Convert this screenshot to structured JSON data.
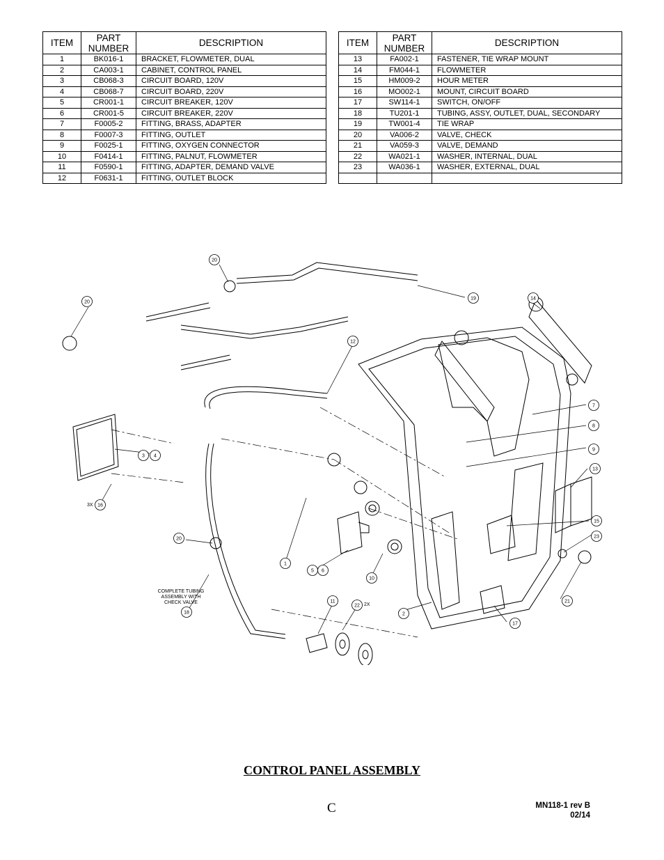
{
  "table_headers": {
    "item": "ITEM",
    "part_line1": "PART",
    "part_line2": "NUMBER",
    "description": "DESCRIPTION"
  },
  "parts_left": [
    {
      "item": "1",
      "part": "BK016-1",
      "desc": "BRACKET, FLOWMETER, DUAL"
    },
    {
      "item": "2",
      "part": "CA003-1",
      "desc": "CABINET, CONTROL PANEL"
    },
    {
      "item": "3",
      "part": "CB068-3",
      "desc": "CIRCUIT BOARD, 120V"
    },
    {
      "item": "4",
      "part": "CB068-7",
      "desc": "CIRCUIT BOARD, 220V"
    },
    {
      "item": "5",
      "part": "CR001-1",
      "desc": "CIRCUIT BREAKER, 120V"
    },
    {
      "item": "6",
      "part": "CR001-5",
      "desc": "CIRCUIT BREAKER, 220V"
    },
    {
      "item": "7",
      "part": "F0005-2",
      "desc": "FITTING, BRASS, ADAPTER"
    },
    {
      "item": "8",
      "part": "F0007-3",
      "desc": "FITTING, OUTLET"
    },
    {
      "item": "9",
      "part": "F0025-1",
      "desc": "FITTING, OXYGEN CONNECTOR"
    },
    {
      "item": "10",
      "part": "F0414-1",
      "desc": "FITTING, PALNUT, FLOWMETER"
    },
    {
      "item": "11",
      "part": "F0590-1",
      "desc": "FITTING, ADAPTER, DEMAND VALVE"
    },
    {
      "item": "12",
      "part": "F0631-1",
      "desc": "FITTING, OUTLET BLOCK"
    }
  ],
  "parts_right": [
    {
      "item": "13",
      "part": "FA002-1",
      "desc": "FASTENER, TIE WRAP MOUNT"
    },
    {
      "item": "14",
      "part": "FM044-1",
      "desc": "FLOWMETER"
    },
    {
      "item": "15",
      "part": "HM009-2",
      "desc": "HOUR METER"
    },
    {
      "item": "16",
      "part": "MO002-1",
      "desc": "MOUNT, CIRCUIT BOARD"
    },
    {
      "item": "17",
      "part": "SW114-1",
      "desc": "SWITCH, ON/OFF"
    },
    {
      "item": "18",
      "part": "TU201-1",
      "desc": "TUBING, ASSY, OUTLET, DUAL, SECONDARY"
    },
    {
      "item": "19",
      "part": "TW001-4",
      "desc": "TIE WRAP"
    },
    {
      "item": "20",
      "part": "VA006-2",
      "desc": "VALVE, CHECK"
    },
    {
      "item": "21",
      "part": "VA059-3",
      "desc": "VALVE, DEMAND"
    },
    {
      "item": "22",
      "part": "WA021-1",
      "desc": "WASHER, INTERNAL, DUAL"
    },
    {
      "item": "23",
      "part": "WA036-1",
      "desc": "WASHER, EXTERNAL, DUAL"
    },
    {
      "item": "",
      "part": "",
      "desc": ""
    }
  ],
  "diagram": {
    "callouts": [
      "20",
      "19",
      "14",
      "20",
      "12",
      "7",
      "8",
      "9",
      "13",
      "15",
      "23",
      "21",
      "17",
      "2",
      "10",
      "5",
      "6",
      "1",
      "3",
      "4",
      "16",
      "20",
      "18",
      "11",
      "22"
    ],
    "qty_16": "3X",
    "qty_22": "2X",
    "note_lines": [
      "COMPLETE TUBING",
      "ASSEMBLY WITH",
      "CHECK VALVE"
    ]
  },
  "title": "CONTROL PANEL ASSEMBLY",
  "page_letter": "C",
  "doc_number": "MN118-1 rev B",
  "doc_date": "02/14"
}
